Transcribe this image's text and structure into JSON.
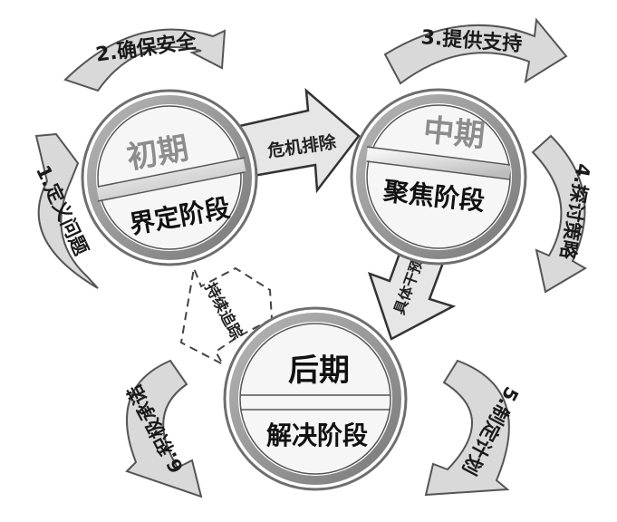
{
  "stages": [
    {
      "id": "early",
      "title": "初期",
      "subtitle": "界定阶段"
    },
    {
      "id": "middle",
      "title": "中期",
      "subtitle": "聚焦阶段"
    },
    {
      "id": "late",
      "title": "后期",
      "subtitle": "解决阶段"
    }
  ],
  "transitions": [
    {
      "from": "early",
      "to": "middle",
      "label": "危机排除"
    },
    {
      "from": "middle",
      "to": "late",
      "label": "具体干预"
    },
    {
      "from": "late",
      "to": "early",
      "label": "持续追踪",
      "style": "dashed"
    }
  ],
  "steps": [
    {
      "label": "1.定义问题"
    },
    {
      "label": "2.确保安全"
    },
    {
      "label": "3.提供支持"
    },
    {
      "label": "4.探讨策略"
    },
    {
      "label": "5.制定计划"
    },
    {
      "label": "6.积极承诺"
    }
  ],
  "colors": {
    "ring": "#8a8a8a",
    "disc": "#f2f2f2",
    "arrow_fill": "#e6e6e6",
    "step_fill": "#d9d9d9",
    "step_edge": "#555555",
    "stage_title": "#8c8c8c"
  }
}
